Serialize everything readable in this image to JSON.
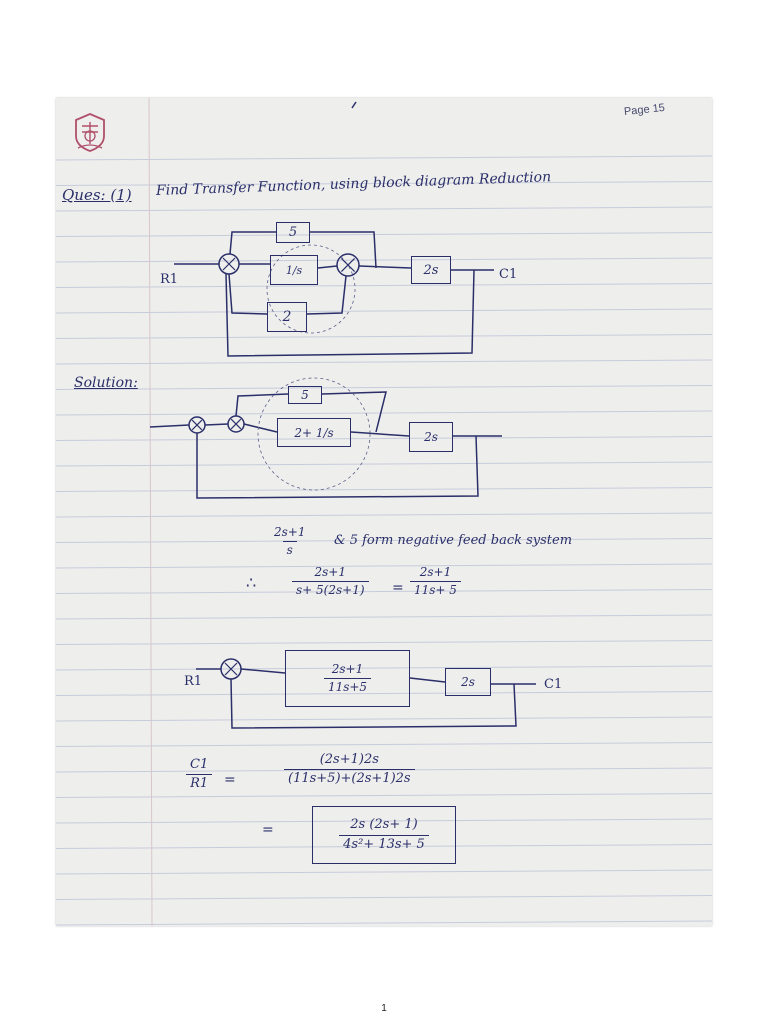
{
  "header": {
    "page_label": "Page 15",
    "logo_icon": "university-crest-icon"
  },
  "question": {
    "label": "Ques: (1)",
    "prompt": "Find Transfer Function, using block diagram Reduction",
    "blocks": {
      "feedback": "5",
      "integrator": "1/s",
      "forward": "2",
      "plant": "2s"
    },
    "input": "R1",
    "output": "C1"
  },
  "solution": {
    "label": "Solution:",
    "step1": {
      "feedback": "5",
      "combined": "2+ 1/s",
      "plant": "2s"
    },
    "note": {
      "num": "2s+1",
      "den": "s",
      "text": "& 5 form negative feed back system"
    },
    "equation": {
      "therefore": "∴",
      "lhs_num": "2s+1",
      "lhs_den": "s+ 5(2s+1)",
      "eq": "=",
      "rhs_num": "2s+1",
      "rhs_den": "11s+ 5"
    },
    "step2": {
      "input": "R1",
      "block_num": "2s+1",
      "block_den": "11s+5",
      "plant": "2s",
      "output": "C1"
    },
    "result": {
      "lhs_num": "C1",
      "lhs_den": "R1",
      "eq1": "=",
      "mid_num": "(2s+1)2s",
      "mid_den": "(11s+5)+(2s+1)2s",
      "eq2": "=",
      "final_num": "2s (2s+ 1)",
      "final_den": "4s²+ 13s+ 5"
    }
  },
  "footer": {
    "page_number": "1"
  }
}
